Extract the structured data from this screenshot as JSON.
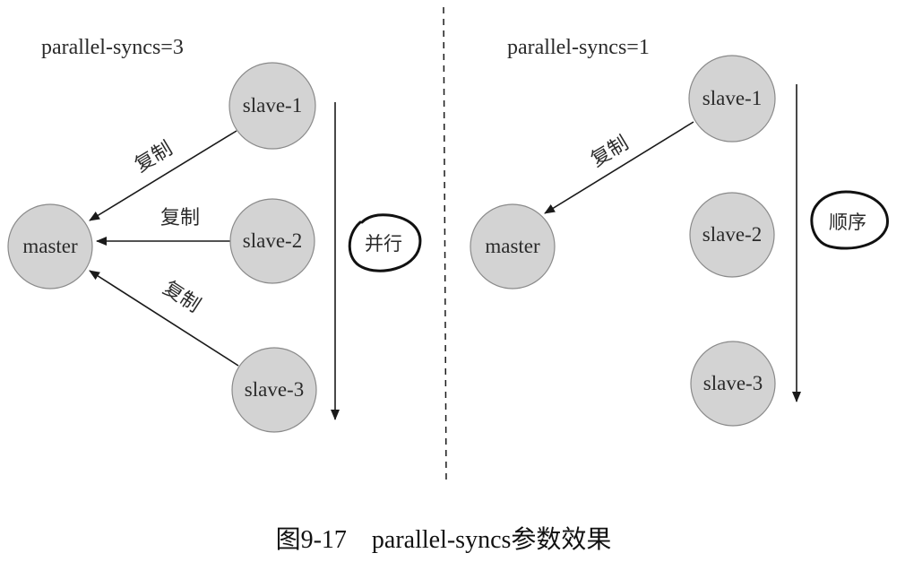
{
  "left_panel": {
    "heading": "parallel-syncs=3",
    "nodes": {
      "master": "master",
      "slave1": "slave-1",
      "slave2": "slave-2",
      "slave3": "slave-3"
    },
    "edge_labels": [
      "复制",
      "复制",
      "复制"
    ],
    "mode_label": "并行"
  },
  "right_panel": {
    "heading": "parallel-syncs=1",
    "nodes": {
      "master": "master",
      "slave1": "slave-1",
      "slave2": "slave-2",
      "slave3": "slave-3"
    },
    "edge_labels": [
      "复制"
    ],
    "mode_label": "顺序"
  },
  "caption": "图9-17　parallel-syncs参数效果",
  "colors": {
    "node_fill": "#d3d3d3",
    "node_stroke": "#8a8a8a",
    "line": "#1a1a1a",
    "text": "#2a2a2a"
  }
}
